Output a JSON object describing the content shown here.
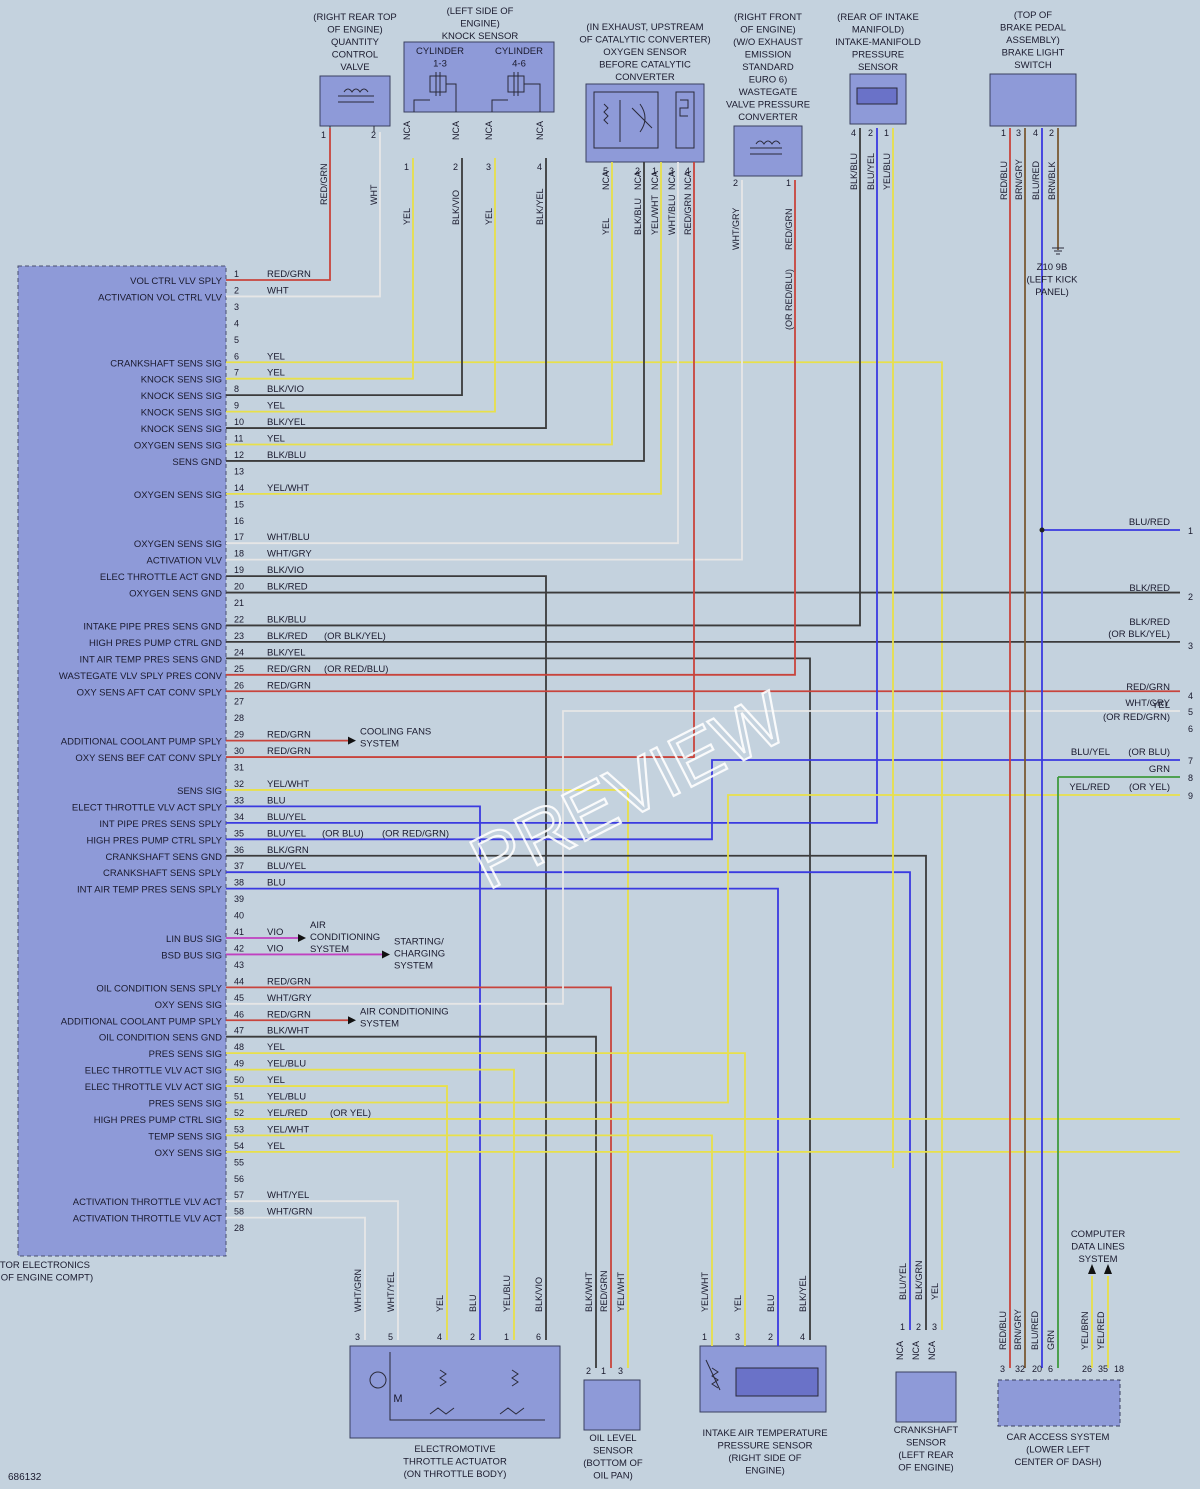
{
  "diagram_id": "686132",
  "preview": "PREVIEW",
  "colors": {
    "RED": "#c8443c",
    "WHT": "#e6e6e6",
    "YEL": "#e8e04a",
    "BLK": "#3b3b3b",
    "BLU": "#3a3ae0",
    "GRN": "#3f9a3f",
    "VIO": "#c040c0",
    "BRN": "#7a5a34",
    "GRY": "#8f8f8f",
    "BG": "#c4d2de",
    "BOX": "#8e9ad8"
  },
  "dme": {
    "caption": [
      "DIGITAL MOTOR ELECTRONICS",
      "(LEFT REAR OF ENGINE COMPT)"
    ],
    "pins": [
      {
        "n": "1",
        "sig": "VOL CTRL VLV SPLY",
        "wire": "RED/GRN"
      },
      {
        "n": "2",
        "sig": "ACTIVATION VOL CTRL VLV",
        "wire": "WHT"
      },
      {
        "n": "3"
      },
      {
        "n": "4"
      },
      {
        "n": "5"
      },
      {
        "n": "6",
        "sig": "CRANKSHAFT SENS SIG",
        "wire": "YEL"
      },
      {
        "n": "7",
        "sig": "KNOCK SENS SIG",
        "wire": "YEL"
      },
      {
        "n": "8",
        "sig": "KNOCK SENS SIG",
        "wire": "BLK/VIO"
      },
      {
        "n": "9",
        "sig": "KNOCK SENS SIG",
        "wire": "YEL"
      },
      {
        "n": "10",
        "sig": "KNOCK SENS SIG",
        "wire": "BLK/YEL"
      },
      {
        "n": "11",
        "sig": "OXYGEN SENS SIG",
        "wire": "YEL"
      },
      {
        "n": "12",
        "sig": "SENS GND",
        "wire": "BLK/BLU"
      },
      {
        "n": "13"
      },
      {
        "n": "14",
        "sig": "OXYGEN SENS SIG",
        "wire": "YEL/WHT"
      },
      {
        "n": "15"
      },
      {
        "n": "16"
      },
      {
        "n": "17",
        "sig": "OXYGEN SENS SIG",
        "wire": "WHT/BLU"
      },
      {
        "n": "18",
        "sig": "ACTIVATION VLV",
        "wire": "WHT/GRY"
      },
      {
        "n": "19",
        "sig": "ELEC THROTTLE ACT GND",
        "wire": "BLK/VIO"
      },
      {
        "n": "20",
        "sig": "OXYGEN SENS GND",
        "wire": "BLK/RED"
      },
      {
        "n": "21"
      },
      {
        "n": "22",
        "sig": "INTAKE PIPE PRES SENS GND",
        "wire": "BLK/BLU"
      },
      {
        "n": "23",
        "sig": "HIGH PRES PUMP CTRL GND",
        "wire": "BLK/RED",
        "alt": "(OR BLK/YEL)"
      },
      {
        "n": "24",
        "sig": "INT AIR TEMP PRES SENS GND",
        "wire": "BLK/YEL"
      },
      {
        "n": "25",
        "sig": "WASTEGATE VLV SPLY PRES CONV",
        "wire": "RED/GRN",
        "alt": "(OR RED/BLU)"
      },
      {
        "n": "26",
        "sig": "OXY SENS AFT CAT CONV SPLY",
        "wire": "RED/GRN"
      },
      {
        "n": "27"
      },
      {
        "n": "28"
      },
      {
        "n": "29",
        "sig": "ADDITIONAL COOLANT PUMP SPLY",
        "wire": "RED/GRN"
      },
      {
        "n": "30",
        "sig": "OXY SENS BEF CAT CONV SPLY",
        "wire": "RED/GRN"
      },
      {
        "n": "31"
      },
      {
        "n": "32",
        "sig": "SENS SIG",
        "wire": "YEL/WHT"
      },
      {
        "n": "33",
        "sig": "ELECT THROTTLE VLV ACT SPLY",
        "wire": "BLU"
      },
      {
        "n": "34",
        "sig": "INT PIPE PRES SENS SPLY",
        "wire": "BLU/YEL"
      },
      {
        "n": "35",
        "sig": "HIGH PRES PUMP CTRL SPLY",
        "wire": "BLU/YEL",
        "alt": "(OR BLU)",
        "alt2": "(OR RED/GRN)"
      },
      {
        "n": "36",
        "sig": "CRANKSHAFT SENS GND",
        "wire": "BLK/GRN"
      },
      {
        "n": "37",
        "sig": "CRANKSHAFT SENS SPLY",
        "wire": "BLU/YEL"
      },
      {
        "n": "38",
        "sig": "INT AIR TEMP PRES SENS SPLY",
        "wire": "BLU"
      },
      {
        "n": "39"
      },
      {
        "n": "40"
      },
      {
        "n": "41",
        "sig": "LIN BUS SIG",
        "wire": "VIO"
      },
      {
        "n": "42",
        "sig": "BSD BUS SIG",
        "wire": "VIO"
      },
      {
        "n": "43"
      },
      {
        "n": "44",
        "sig": "OIL CONDITION SENS SPLY",
        "wire": "RED/GRN"
      },
      {
        "n": "45",
        "sig": "OXY SENS SIG",
        "wire": "WHT/GRY"
      },
      {
        "n": "46",
        "sig": "ADDITIONAL COOLANT PUMP SPLY",
        "wire": "RED/GRN"
      },
      {
        "n": "47",
        "sig": "OIL CONDITION SENS GND",
        "wire": "BLK/WHT"
      },
      {
        "n": "48",
        "sig": "PRES SENS SIG",
        "wire": "YEL"
      },
      {
        "n": "49",
        "sig": "ELEC THROTTLE VLV ACT SIG",
        "wire": "YEL/BLU"
      },
      {
        "n": "50",
        "sig": "ELEC THROTTLE VLV ACT SIG",
        "wire": "YEL"
      },
      {
        "n": "51",
        "sig": "PRES SENS SIG",
        "wire": "YEL/BLU"
      },
      {
        "n": "52",
        "sig": "HIGH PRES PUMP CTRL SIG",
        "wire": "YEL/RED",
        "alt": "(OR YEL)"
      },
      {
        "n": "53",
        "sig": "TEMP SENS SIG",
        "wire": "YEL/WHT"
      },
      {
        "n": "54",
        "sig": "OXY SENS SIG",
        "wire": "YEL"
      },
      {
        "n": "55"
      },
      {
        "n": "56"
      },
      {
        "n": "57",
        "sig": "ACTIVATION THROTTLE VLV ACT",
        "wire": "WHT/YEL"
      },
      {
        "n": "58",
        "sig": "ACTIVATION THROTTLE VLV ACT",
        "wire": "WHT/GRN"
      },
      {
        "n": "28"
      }
    ]
  },
  "arrows": [
    {
      "pin": "29",
      "text": [
        "COOLING FANS",
        "SYSTEM"
      ]
    },
    {
      "pin": "41",
      "text": [
        "AIR",
        "CONDITIONING",
        "SYSTEM"
      ]
    },
    {
      "pin": "42",
      "text": [
        "STARTING/",
        "CHARGING",
        "SYSTEM"
      ]
    },
    {
      "pin": "46",
      "text": [
        "AIR CONDITIONING",
        "SYSTEM"
      ]
    }
  ],
  "components": {
    "qcv": {
      "caption": [
        "(RIGHT REAR TOP",
        "OF ENGINE)",
        "QUANTITY",
        "CONTROL",
        "VALVE"
      ]
    },
    "knock": {
      "caption": [
        "(LEFT SIDE OF",
        "ENGINE)",
        "KNOCK SENSOR"
      ],
      "cyl1": [
        "CYLINDER",
        "1-3"
      ],
      "cyl2": [
        "CYLINDER",
        "4-6"
      ]
    },
    "o2": {
      "caption": [
        "(IN EXHAUST, UPSTREAM",
        "OF CATALYTIC CONVERTER)",
        "OXYGEN SENSOR",
        "BEFORE CATALYTIC",
        "CONVERTER"
      ]
    },
    "wg": {
      "caption": [
        "(RIGHT FRONT",
        "OF ENGINE)",
        "(W/O EXHAUST",
        "EMISSION",
        "STANDARD",
        "EURO 6)",
        "WASTEGATE",
        "VALVE PRESSURE",
        "CONVERTER"
      ]
    },
    "map": {
      "caption": [
        "(REAR OF INTAKE",
        "MANIFOLD)",
        "INTAKE-MANIFOLD",
        "PRESSURE",
        "SENSOR"
      ]
    },
    "brake": {
      "caption": [
        "(TOP OF",
        "BRAKE PEDAL",
        "ASSEMBLY)",
        "BRAKE LIGHT",
        "SWITCH"
      ]
    },
    "ground": {
      "caption": [
        "Z10 9B",
        "(LEFT KICK",
        "PANEL)"
      ]
    },
    "throttle": {
      "caption": [
        "ELECTROMOTIVE",
        "THROTTLE ACTUATOR",
        "(ON THROTTLE BODY)"
      ]
    },
    "oil": {
      "caption": [
        "OIL LEVEL",
        "SENSOR",
        "(BOTTOM OF",
        "OIL PAN)"
      ]
    },
    "iat": {
      "caption": [
        "INTAKE AIR TEMPERATURE",
        "PRESSURE SENSOR",
        "(RIGHT SIDE OF",
        "ENGINE)"
      ]
    },
    "crank": {
      "caption": [
        "CRANKSHAFT",
        "SENSOR",
        "(LEFT REAR",
        "OF ENGINE)"
      ]
    },
    "cas": {
      "caption": [
        "CAR ACCESS SYSTEM",
        "(LOWER LEFT",
        "CENTER OF DASH)"
      ]
    },
    "cdl": {
      "caption": [
        "COMPUTER",
        "DATA LINES",
        "SYSTEM"
      ]
    }
  },
  "nca": "NCA",
  "top_wires": {
    "qcv": [
      {
        "pin": "1",
        "wire": "RED/GRN"
      },
      {
        "pin": "2",
        "wire": "WHT"
      }
    ],
    "knock": [
      {
        "pin": "1",
        "wire": "YEL"
      },
      {
        "pin": "2",
        "wire": "BLK/VIO"
      },
      {
        "pin": "3",
        "wire": "YEL"
      },
      {
        "pin": "4",
        "wire": "BLK/YEL"
      }
    ],
    "o2": [
      {
        "pin": "5",
        "wire": "YEL"
      },
      {
        "pin": "2",
        "wire": "BLK/BLU"
      },
      {
        "pin": "1",
        "wire": "YEL/WHT"
      },
      {
        "pin": "3",
        "wire": "WHT/BLU"
      },
      {
        "pin": "4",
        "wire": "RED/GRN"
      }
    ],
    "wg": [
      {
        "pin": "2",
        "wire": "WHT/GRY"
      },
      {
        "pin": "1",
        "wire": "RED/GRN",
        "alt": "(OR RED/BLU)"
      }
    ],
    "map": [
      {
        "pin": "4",
        "wire": "BLK/BLU"
      },
      {
        "pin": "2",
        "wire": "BLU/YEL"
      },
      {
        "pin": "1",
        "wire": "YEL/BLU"
      }
    ],
    "brake": [
      {
        "pin": "1",
        "wire": "RED/BLU"
      },
      {
        "pin": "3",
        "wire": "BRN/GRY"
      },
      {
        "pin": "4",
        "wire": "BLU/RED"
      },
      {
        "pin": "2",
        "wire": "BRN/BLK"
      }
    ]
  },
  "right_edge": [
    {
      "n": "1",
      "wire": "BLU/RED"
    },
    {
      "n": "2",
      "wire": "BLK/RED"
    },
    {
      "n": "3",
      "wire": "BLK/RED",
      "alt": "(OR BLK/YEL)"
    },
    {
      "n": "4",
      "wire": "RED/GRN"
    },
    {
      "n": "5",
      "wire": "WHT/GRY"
    },
    {
      "n": "6",
      "wire": "YEL",
      "alt": "(OR RED/GRN)"
    },
    {
      "n": "7",
      "wire": "BLU/YEL",
      "alt": "(OR BLU)"
    },
    {
      "n": "8",
      "wire": "GRN"
    },
    {
      "n": "9",
      "wire": "YEL/RED",
      "alt": "(OR YEL)"
    }
  ],
  "bottom_wires": {
    "throttle": [
      {
        "pin": "3",
        "wire": "WHT/GRN"
      },
      {
        "pin": "5",
        "wire": "WHT/YEL"
      },
      {
        "pin": "4",
        "wire": "YEL"
      },
      {
        "pin": "2",
        "wire": "BLU"
      },
      {
        "pin": "1",
        "wire": "YEL/BLU"
      },
      {
        "pin": "6",
        "wire": "BLK/VIO"
      }
    ],
    "oil": [
      {
        "pin": "2",
        "wire": "BLK/WHT"
      },
      {
        "pin": "1",
        "wire": "RED/GRN"
      },
      {
        "pin": "3",
        "wire": "YEL/WHT"
      }
    ],
    "iat": [
      {
        "pin": "1",
        "wire": "YEL/WHT"
      },
      {
        "pin": "3",
        "wire": "YEL"
      },
      {
        "pin": "2",
        "wire": "BLU"
      },
      {
        "pin": "4",
        "wire": "BLK/YEL"
      }
    ],
    "crank": [
      {
        "pin": "1",
        "wire": "BLU/YEL"
      },
      {
        "pin": "2",
        "wire": "BLK/GRN"
      },
      {
        "pin": "3",
        "wire": "YEL"
      }
    ],
    "cas": [
      {
        "pin": "3",
        "wire": "RED/BLU"
      },
      {
        "pin": "32",
        "wire": "BRN/GRY"
      },
      {
        "pin": "20",
        "wire": "BLU/RED"
      },
      {
        "pin": "6",
        "wire": "GRN"
      },
      {
        "pin": "26",
        "wire": "YEL/BRN"
      },
      {
        "pin": "35",
        "wire": "YEL/RED"
      },
      {
        "pin": "18",
        "wire": ""
      }
    ]
  }
}
